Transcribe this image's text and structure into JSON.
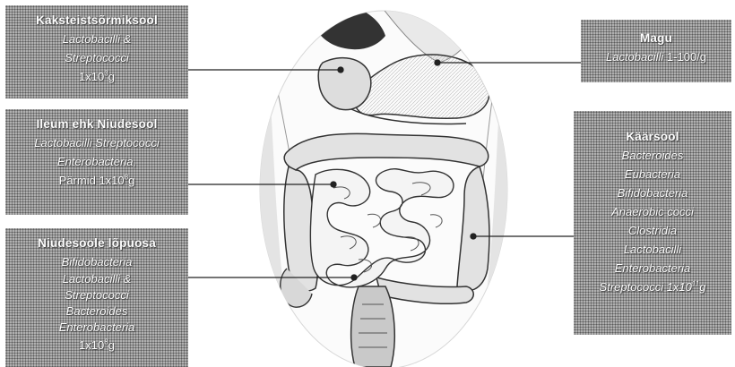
{
  "boxes": {
    "kaksteist": {
      "title": "Kaksteistsõrmiksool",
      "lines": [
        "Lactobacilli &",
        "Streptococci"
      ],
      "count_base": "1x10",
      "count_exp": "3",
      "count_unit": "g"
    },
    "ileum": {
      "title": "Ileum ehk Niudesool",
      "lines": [
        "Lactobacilli Streptococci",
        "Enterobacteria,"
      ],
      "count_prefix": "Pärmid 1x10",
      "count_exp": "8",
      "count_unit": "g"
    },
    "niudesoole": {
      "title": "Niudesoole lõpuosa",
      "lines": [
        "Bifidobacteria",
        "Lactobacilli &",
        "Streptococci",
        "Bacteroides",
        "Enterobacteria"
      ],
      "count_base": "1x10",
      "count_exp": "8",
      "count_unit": "g"
    },
    "magu": {
      "title": "Magu",
      "line_italic": "Lactobacilli",
      "line_plain": " 1-100/g"
    },
    "kaarsool": {
      "title": "Käärsool",
      "lines": [
        "Bacteroides",
        "Eubacteria",
        "Bifidobacteria",
        "Anaerobic cocci",
        "Clostridia",
        "Lactobacilli",
        "Enterobacteria"
      ],
      "count_prefix": "Streptococci",
      "count_base": " 1x10",
      "count_exp": "11",
      "count_unit": "g"
    }
  },
  "colors": {
    "box_fill": "#9a9a9a",
    "line": "#222222",
    "organ_fill": "#f2f2f2"
  }
}
